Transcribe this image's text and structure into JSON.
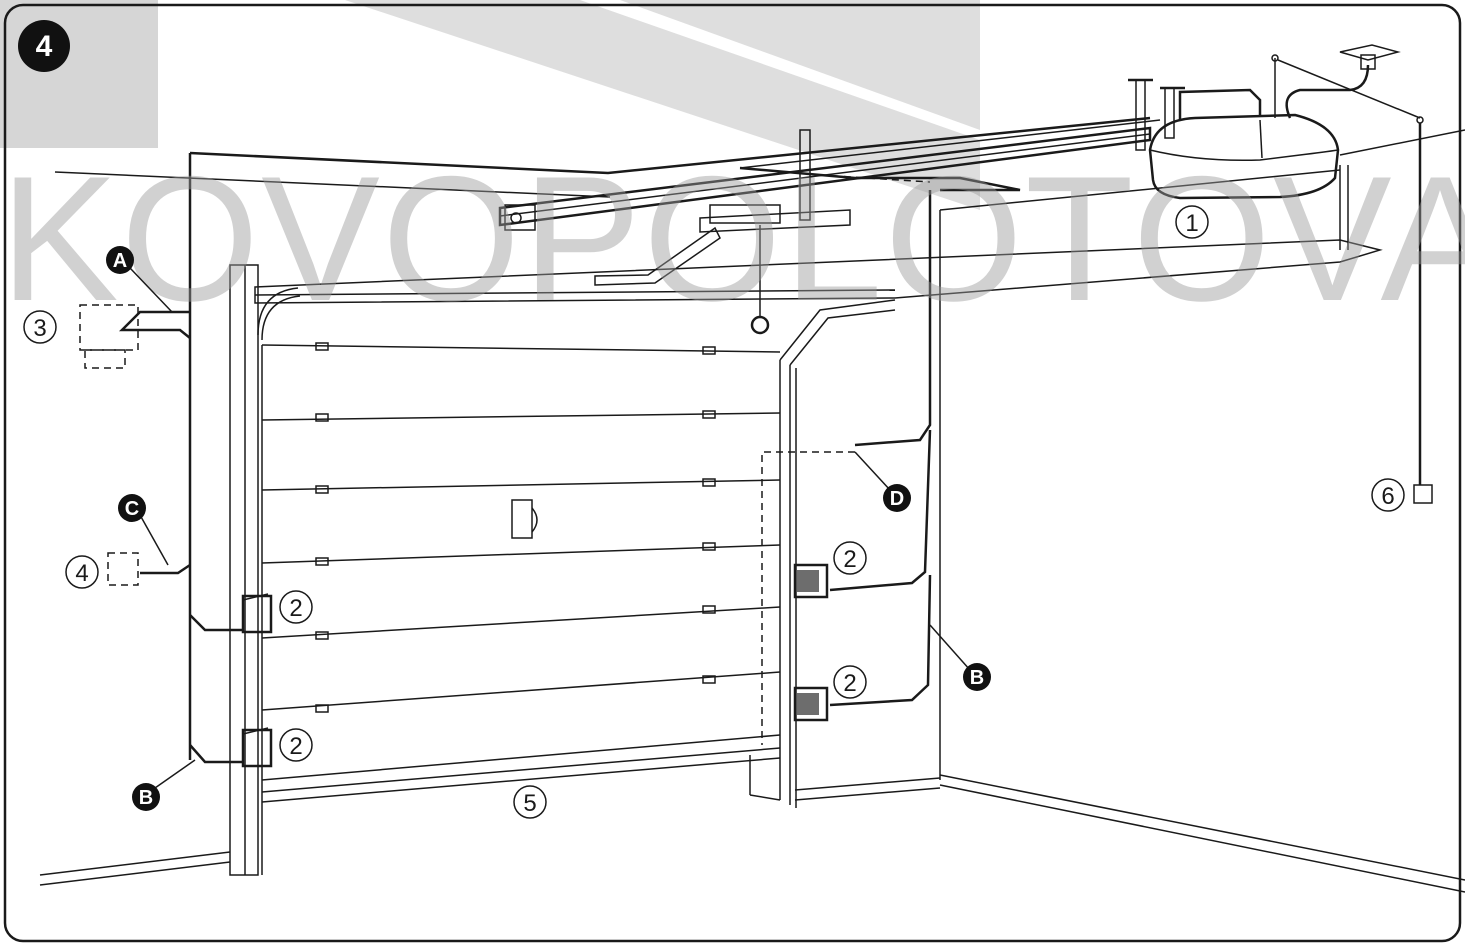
{
  "figure_number": "4",
  "watermark": "KOVOPOLOTOVARY.CZ",
  "part_labels": {
    "motor": "1",
    "photocell": "2",
    "key_selector": "3",
    "keypad": "4",
    "edge": "5",
    "pull_cord": "6"
  },
  "cable_labels": {
    "a": "A",
    "b": "B",
    "c": "C",
    "d": "D"
  },
  "colors": {
    "line": "#1a1a1a",
    "watermark": "#9a9a9a",
    "banner": "#d6d6d6",
    "photocell_lens": "#6d6d6d"
  }
}
